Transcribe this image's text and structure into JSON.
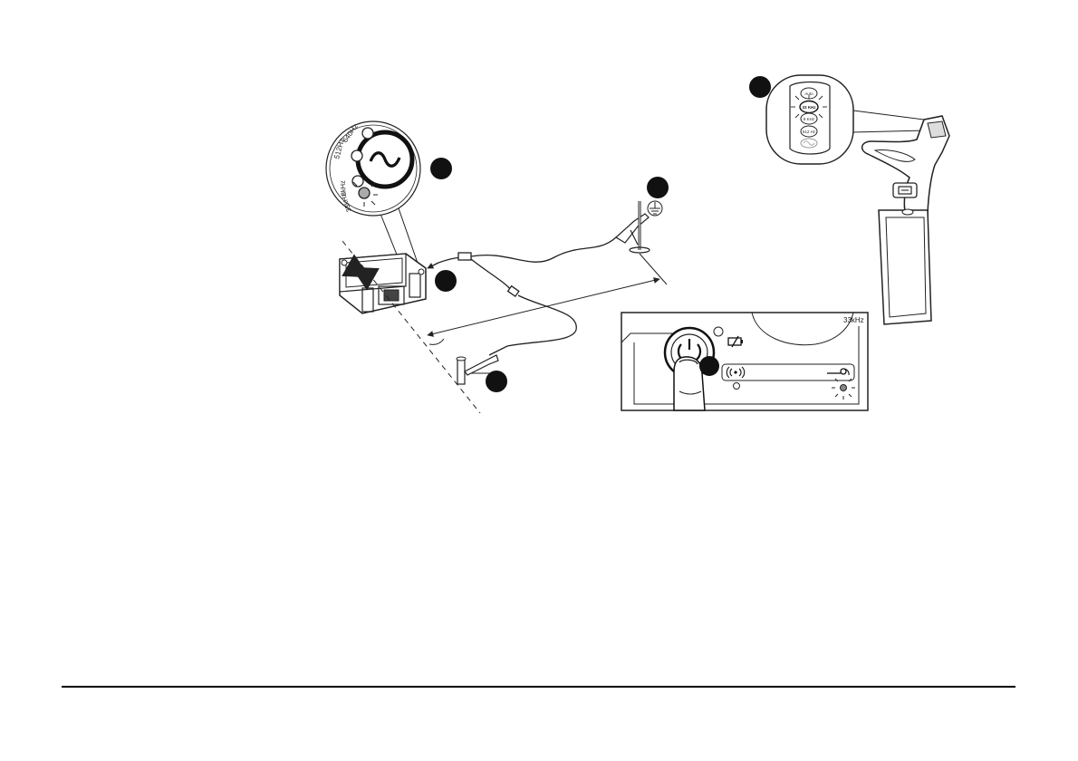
{
  "transmitter_frequency_dial": {
    "labels": [
      "640Hz",
      "512Hz",
      "8kHz",
      "33kHz"
    ],
    "waveform_symbol": "~",
    "lit_indicator": "8kHz"
  },
  "locator_frequency_panel": {
    "labels": [
      "Auto",
      "33 KHz",
      "8 KHz",
      "512 Hz"
    ],
    "lit_indicator": "33 KHz"
  },
  "transmitter_panel": {
    "frequency_readout": "33kHz",
    "icons": [
      "power-icon",
      "battery-icon",
      "signal-icon",
      "clamp-icon"
    ]
  },
  "icons": [
    "ground-icon",
    "ground-stake-icon",
    "clamp-icon",
    "finger-icon"
  ],
  "colors": {
    "ink": "#222222",
    "fill": "#ffffff",
    "callout_marker": "#111111"
  }
}
